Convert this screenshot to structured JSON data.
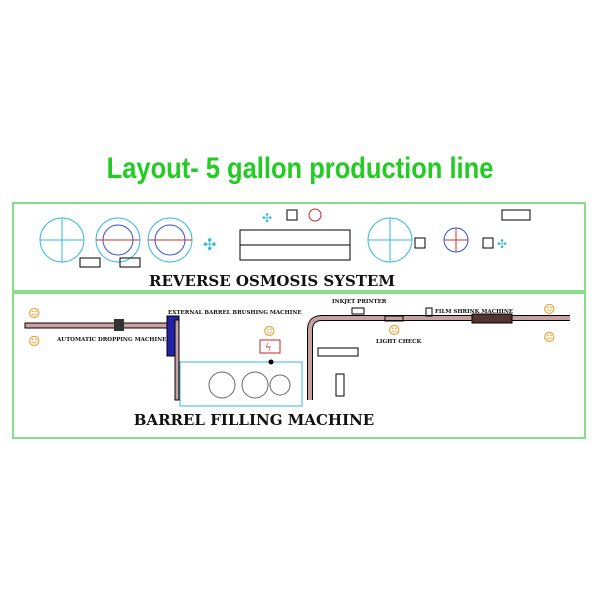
{
  "title": "Layout- 5 gallon production line",
  "sections": {
    "ro": {
      "label": "REVERSE OSMOSIS SYSTEM"
    },
    "filling": {
      "label": "BARREL FILLING MACHINE"
    }
  },
  "machines": {
    "dropping": "AUTOMATIC DROPPING MACHINE",
    "brushing": "EXTERNAL BARREL BRUSHING MACHINE",
    "inkjet": "INKJET PRINTER",
    "light": "LIGHT CHECK",
    "shrink": "FILM SHRINK MACHINE"
  },
  "colors": {
    "border": "#88dd88",
    "title": "#22cc22",
    "conveyor": "#c9a0a0",
    "tank": "#33bbdd",
    "operator": "#ee9922"
  }
}
